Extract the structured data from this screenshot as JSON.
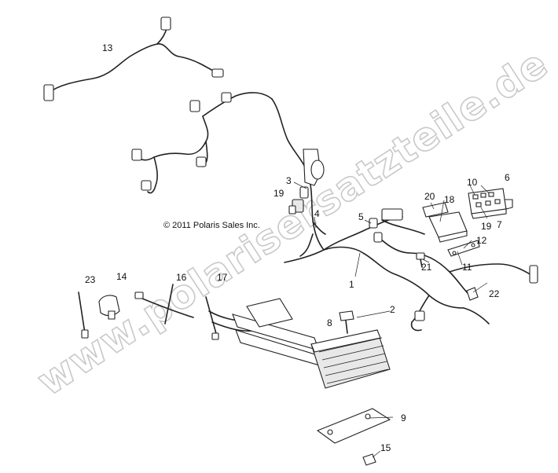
{
  "watermark": "www.polarisersatzteile.de",
  "copyright": "© 2011 Polaris Sales Inc.",
  "callouts": {
    "c1": "1",
    "c2": "2",
    "c3": "3",
    "c4": "4",
    "c5": "5",
    "c6": "6",
    "c7": "7",
    "c8": "8",
    "c9": "9",
    "c10": "10",
    "c11": "11",
    "c12": "12",
    "c13": "13",
    "c14": "14",
    "c15": "15",
    "c16": "16",
    "c17": "17",
    "c18": "18",
    "c19a": "19",
    "c19b": "19",
    "c20": "20",
    "c21": "21",
    "c22": "22",
    "c23": "23"
  }
}
